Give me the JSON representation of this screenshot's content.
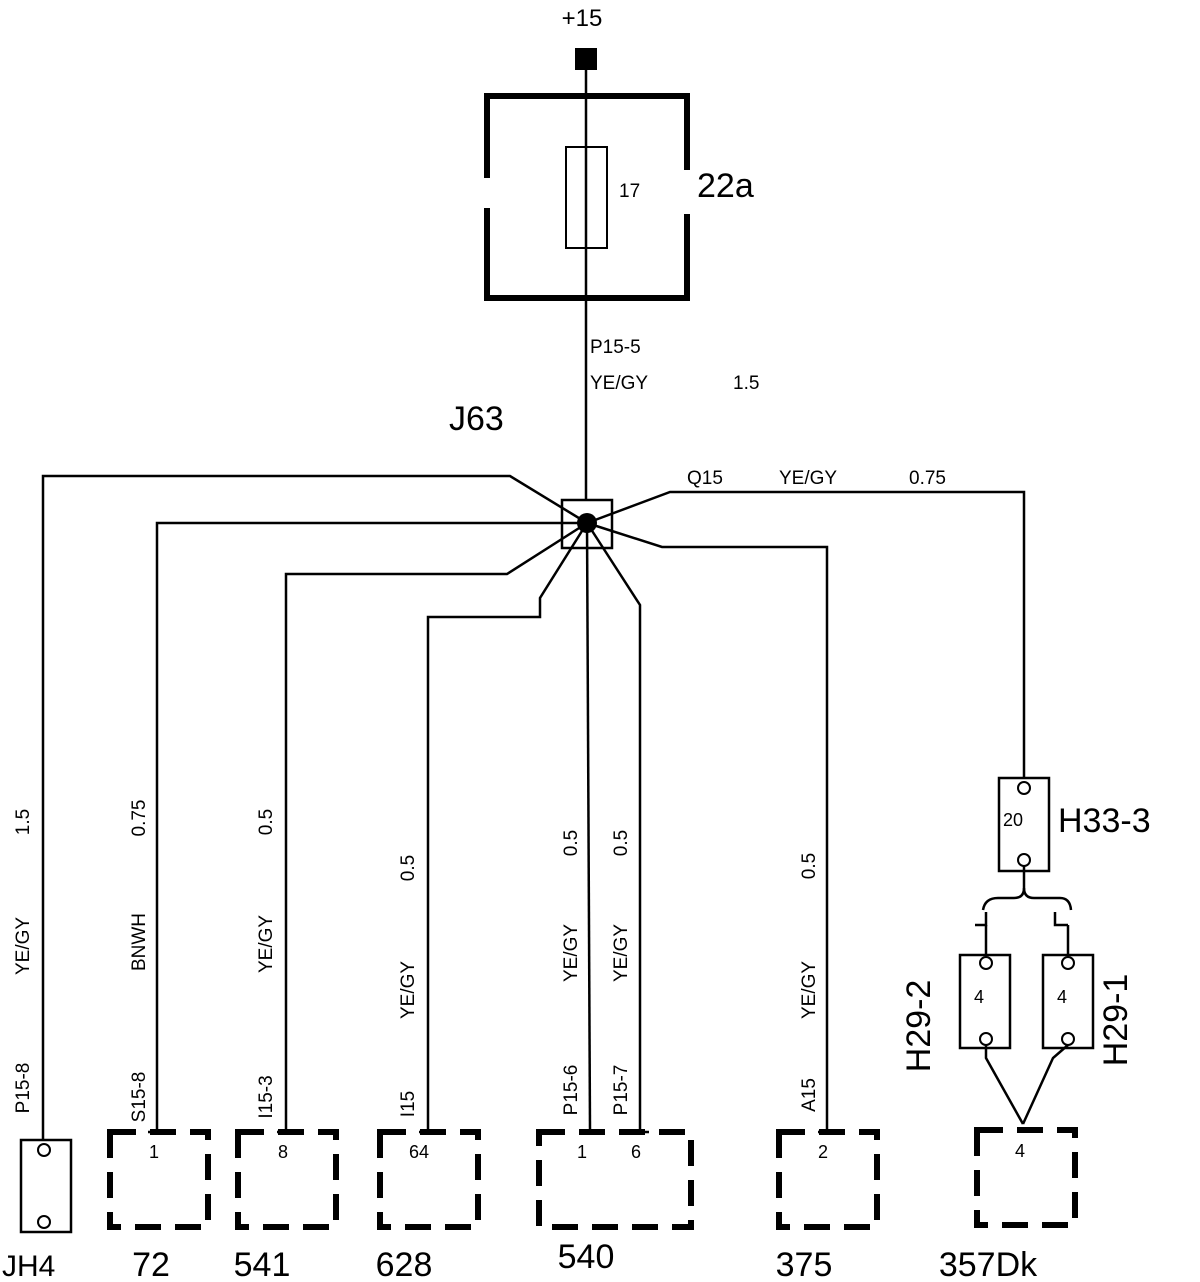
{
  "supply": {
    "label": "+15"
  },
  "fuse_box": {
    "label": "22a",
    "fuse_number": "17"
  },
  "splice": {
    "label": "J63"
  },
  "main_wire": {
    "id": "P15-5",
    "color": "YE/GY",
    "size": "1.5"
  },
  "q15_wire": {
    "id": "Q15",
    "color": "YE/GY",
    "size": "0.75"
  },
  "branches": [
    {
      "size": "1.5",
      "color": "YE/GY",
      "id": "P15-8"
    },
    {
      "size": "0.75",
      "color": "BNWH",
      "id": "S15-8"
    },
    {
      "size": "0.5",
      "color": "YE/GY",
      "id": "I15-3"
    },
    {
      "size": "0.5",
      "color": "YE/GY",
      "id": "I15"
    },
    {
      "size": "0.5",
      "color": "YE/GY",
      "id": "P15-6"
    },
    {
      "size": "0.5",
      "color": "YE/GY",
      "id": "P15-7"
    },
    {
      "size": "0.5",
      "color": "YE/GY",
      "id": "A15"
    }
  ],
  "connectors": {
    "jh4": {
      "label": "JH4"
    },
    "c72": {
      "label": "72",
      "pin": "1"
    },
    "c541": {
      "label": "541",
      "pin": "8"
    },
    "c628": {
      "label": "628",
      "pin": "64"
    },
    "c540": {
      "label": "540",
      "pins": [
        "1",
        "6"
      ]
    },
    "c375": {
      "label": "375",
      "pin": "2"
    },
    "c357": {
      "label": "357Dk",
      "pin": "4"
    },
    "h33": {
      "label": "H33-3",
      "pin": "20"
    },
    "h29_2": {
      "label": "H29-2",
      "pin": "4"
    },
    "h29_1": {
      "label": "H29-1",
      "pin": "4"
    }
  }
}
